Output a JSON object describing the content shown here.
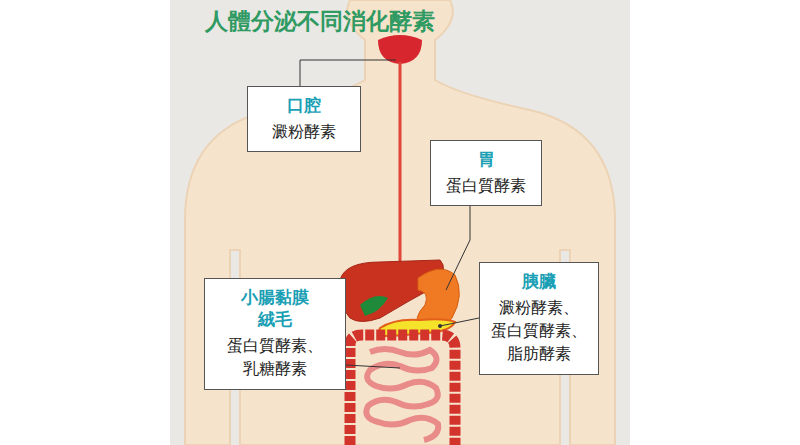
{
  "diagram": {
    "title": "人體分泌不同消化酵素",
    "nodes": [
      {
        "text": [
          "口腔",
          "澱粉酵素"
        ]
      },
      {
        "text": [
          "胃",
          "蛋白質酵素"
        ]
      },
      {
        "text": [
          "小腸黏膜 絨毛",
          "蛋白質酵素、 乳糖酵素"
        ]
      },
      {
        "text": [
          "胰臟",
          "澱粉酵素、 蛋白質酵素、 脂肪酵素"
        ]
      }
    ]
  }
}
